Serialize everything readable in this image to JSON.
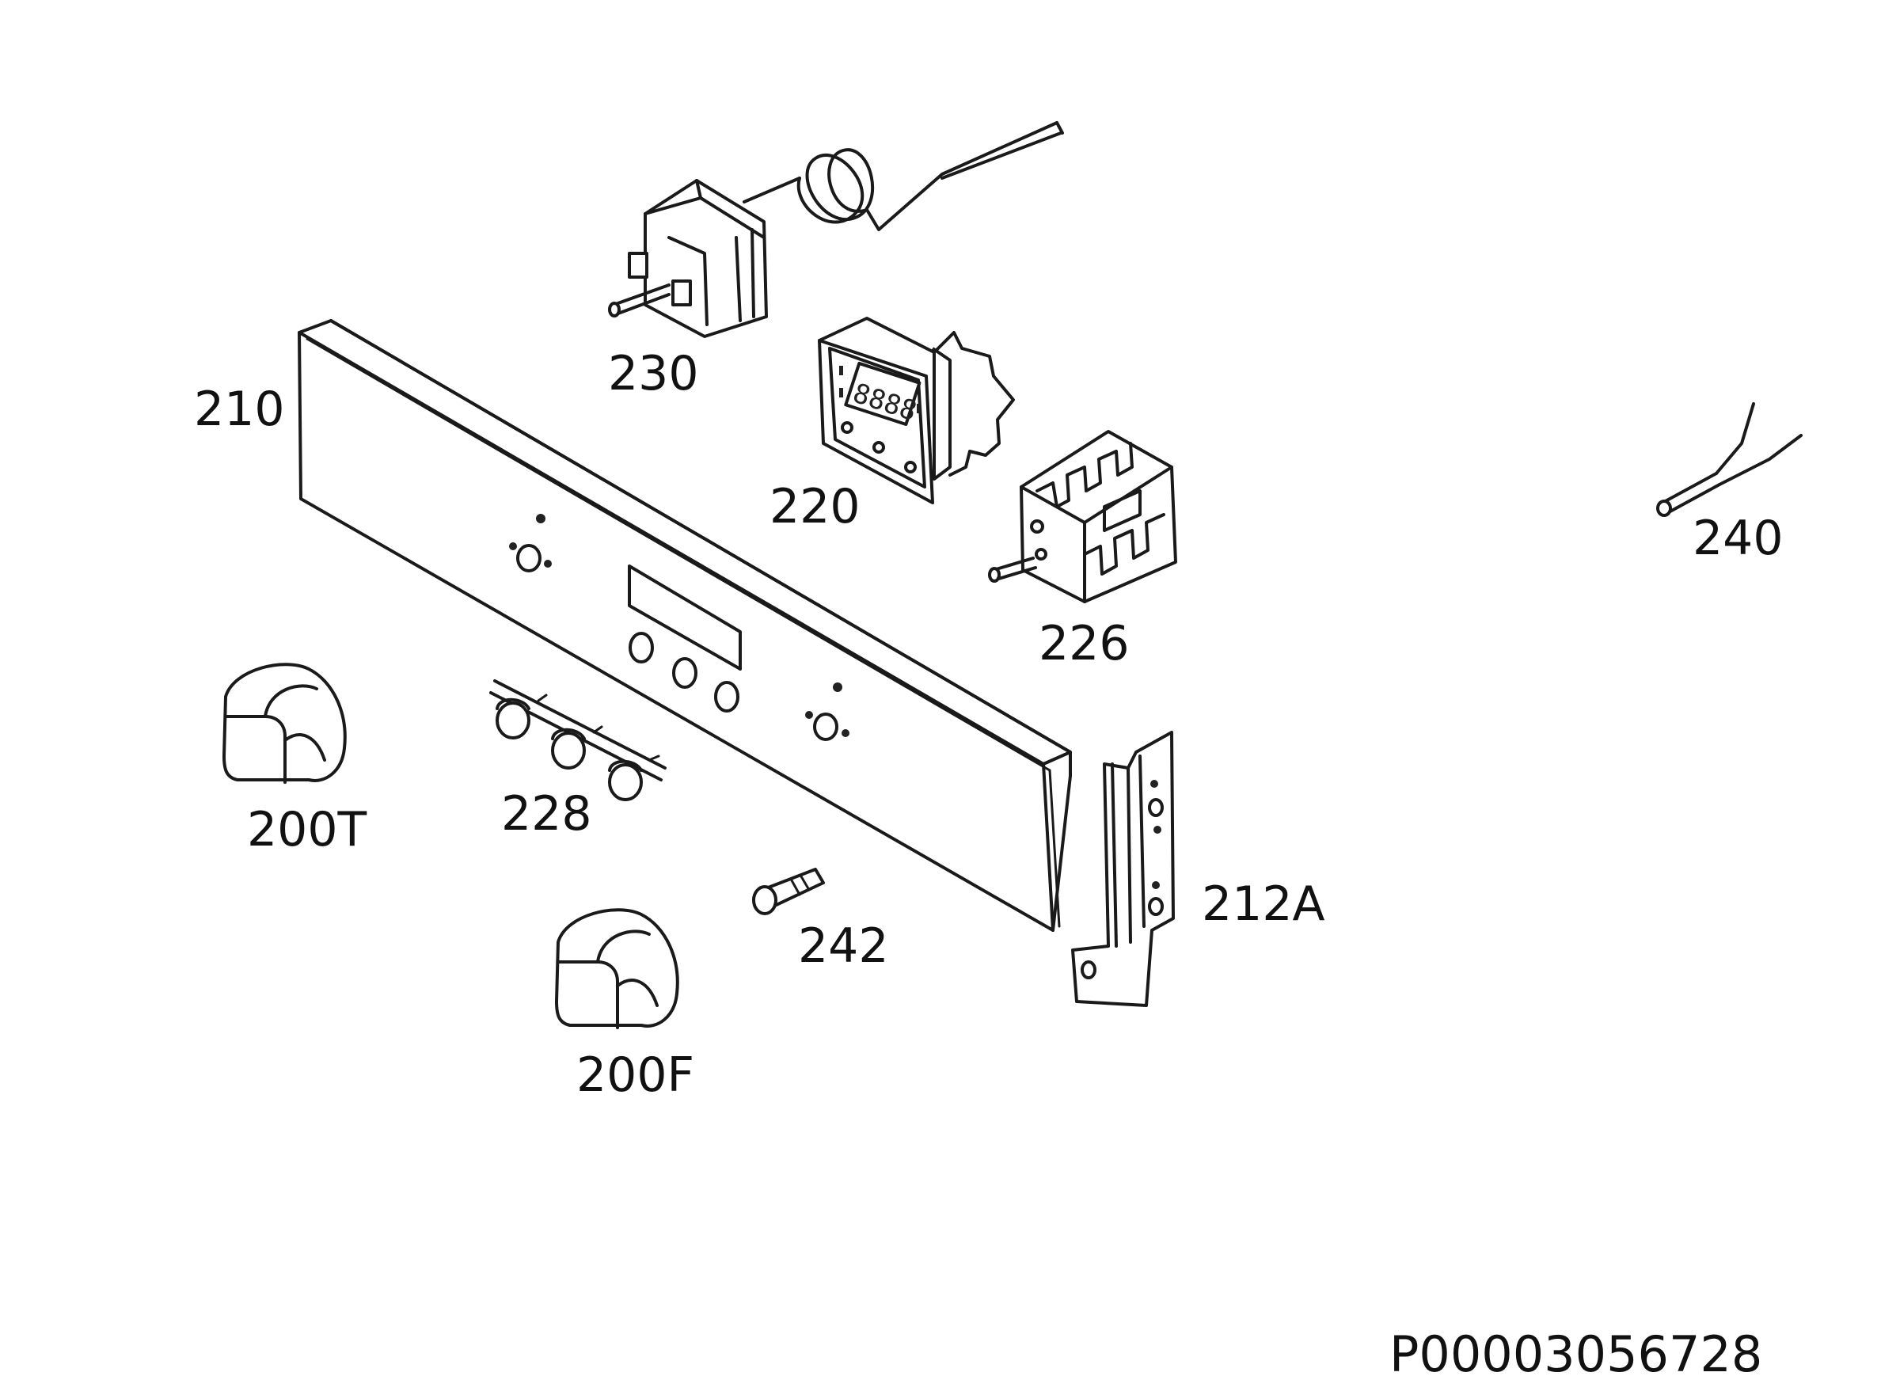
{
  "labels": {
    "p230": "230",
    "p210": "210",
    "p220": "220",
    "p226": "226",
    "p240": "240",
    "p200T": "200T",
    "p228": "228",
    "p242": "242",
    "p212A": "212A",
    "p200F": "200F"
  },
  "diagram_code": "P00003056728",
  "colors": {
    "line": "#1a1a1a",
    "background": "#ffffff"
  }
}
